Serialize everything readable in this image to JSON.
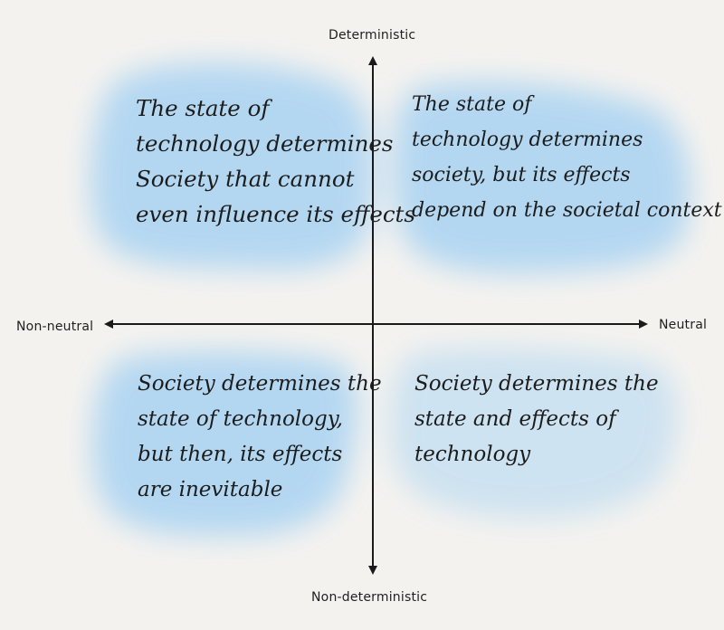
{
  "axes": {
    "top": "Deterministic",
    "bottom": "Non-deterministic",
    "left": "Non-neutral",
    "right": "Neutral"
  },
  "quadrants": {
    "top_left": "The state of\ntechnology determines\nSociety that cannot\neven influence its effects",
    "top_right": "The state of\ntechnology determines\nsociety, but its effects\ndepend on the societal context",
    "bottom_left": "Society determines the\nstate of technology,\nbut then, its effects\nare inevitable",
    "bottom_right": "Society determines the\nstate and effects of\ntechnology"
  },
  "colors": {
    "background": "#f4f2ef",
    "cloud": "#a9d3f2",
    "line": "#1a1a1a"
  }
}
